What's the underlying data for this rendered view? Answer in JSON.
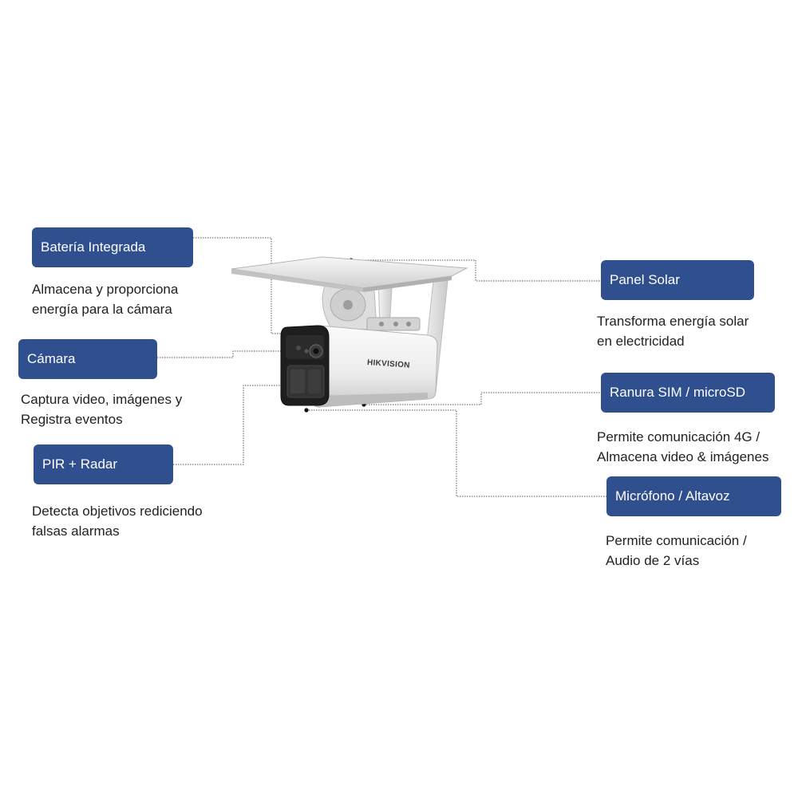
{
  "brand": "HIKVISION",
  "colors": {
    "label_bg": "#2f4f8f",
    "label_text": "#ffffff",
    "text": "#222222"
  },
  "callouts": [
    {
      "id": "bateria",
      "title": "Batería Integrada",
      "desc": [
        "Almacena y proporciona",
        "energía para la cámara"
      ]
    },
    {
      "id": "camara",
      "title": "Cámara",
      "desc": [
        "Captura video, imágenes y",
        "Registra eventos"
      ]
    },
    {
      "id": "pir",
      "title": "PIR + Radar",
      "desc": [
        "Detecta objetivos rediciendo",
        "falsas alarmas"
      ]
    },
    {
      "id": "panel",
      "title": "Panel Solar",
      "desc": [
        "Transforma energía solar",
        "en electricidad"
      ]
    },
    {
      "id": "sim",
      "title": "Ranura SIM / microSD",
      "desc": [
        "Permite comunicación 4G /",
        "Almacena video & imágenes"
      ]
    },
    {
      "id": "mic",
      "title": "Micrófono / Altavoz",
      "desc": [
        "Permite comunicación /",
        "Audio de 2 vías"
      ]
    }
  ]
}
